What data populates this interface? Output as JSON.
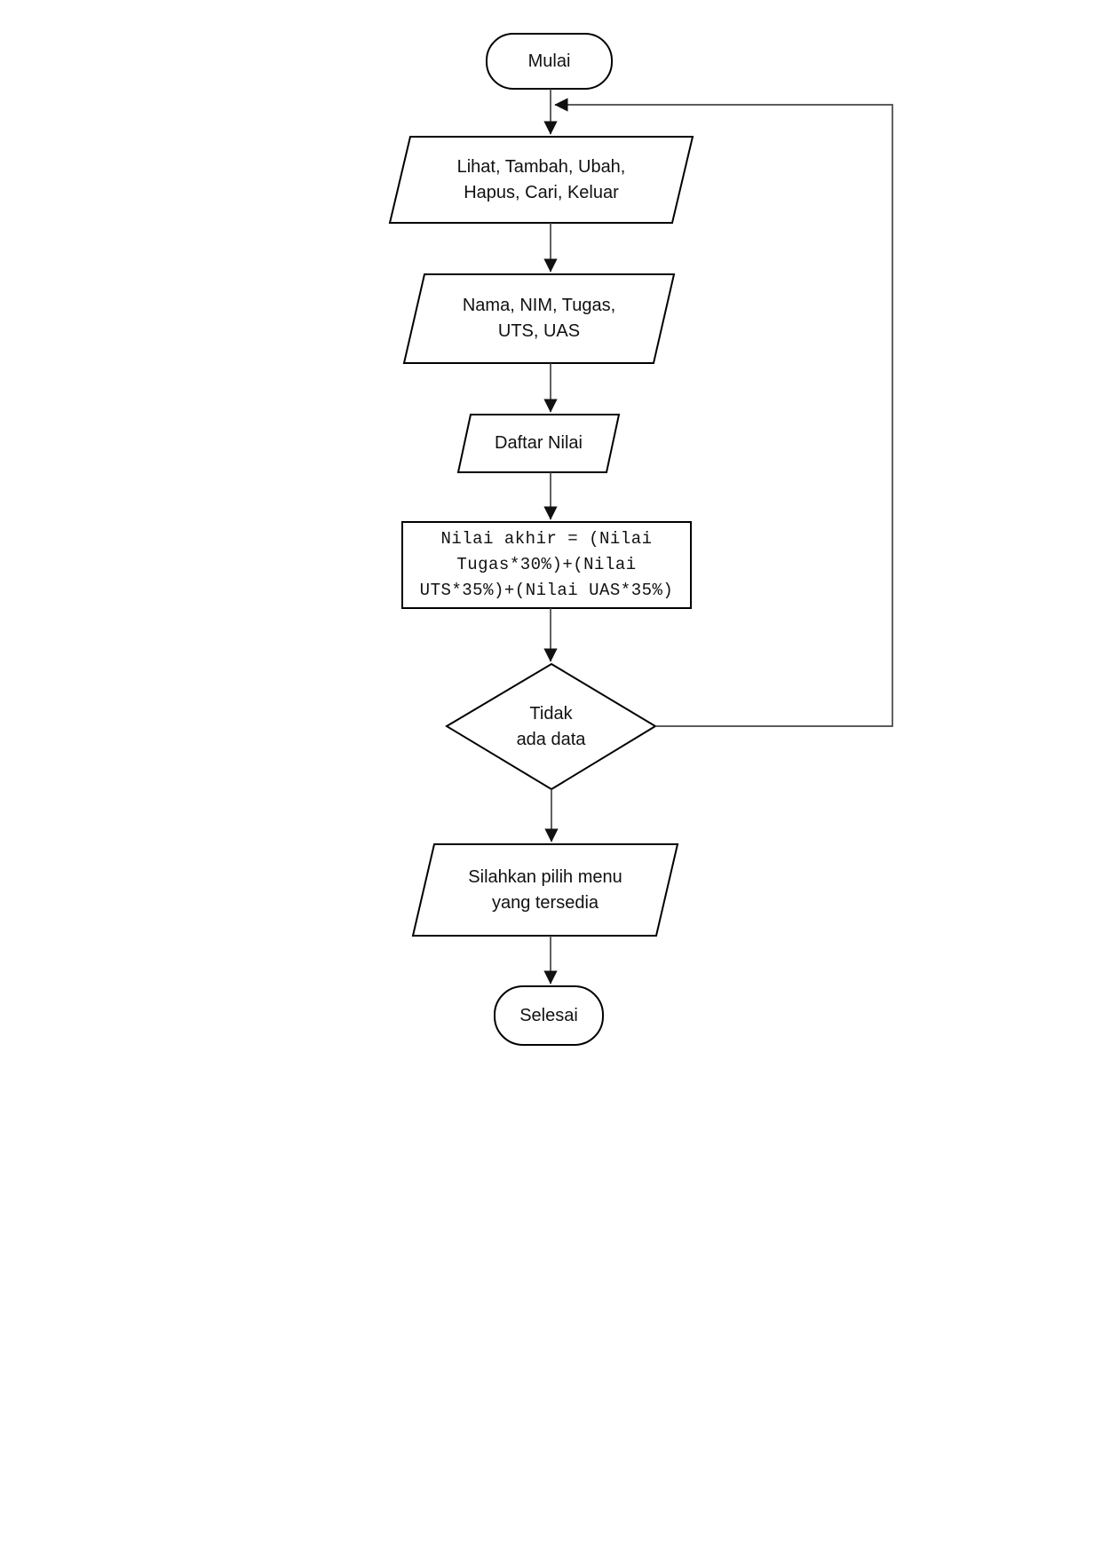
{
  "diagram": {
    "type": "flowchart",
    "direction": "top-to-bottom",
    "colors": {
      "background": "#ffffff",
      "shape_stroke": "#000000",
      "shape_fill": "#ffffff",
      "connector_stroke": "#454545",
      "arrowhead_fill": "#111111",
      "text": "#111111"
    },
    "nodes": {
      "start": {
        "shape": "terminator",
        "lines": [
          "Mulai"
        ]
      },
      "menu_options": {
        "shape": "parallelogram-io",
        "lines": [
          "Lihat, Tambah, Ubah,",
          "Hapus, Cari, Keluar"
        ]
      },
      "student_data": {
        "shape": "parallelogram-io",
        "lines": [
          "Nama, NIM, Tugas,",
          "UTS, UAS"
        ]
      },
      "daftar_nilai": {
        "shape": "parallelogram-io",
        "lines": [
          "Daftar Nilai"
        ]
      },
      "formula": {
        "shape": "process-rectangle",
        "lines": [
          "Nilai akhir = (Nilai",
          "Tugas*30%)+(Nilai",
          "UTS*35%)+(Nilai UAS*35%)"
        ]
      },
      "decision": {
        "shape": "diamond-decision",
        "lines": [
          "Tidak",
          "ada data"
        ]
      },
      "menu_prompt": {
        "shape": "parallelogram-io",
        "lines": [
          "Silahkan pilih menu",
          "yang tersedia"
        ]
      },
      "end": {
        "shape": "terminator",
        "lines": [
          "Selesai"
        ]
      }
    },
    "edges": [
      {
        "from": "start",
        "to": "menu_options"
      },
      {
        "from": "menu_options",
        "to": "student_data"
      },
      {
        "from": "student_data",
        "to": "daftar_nilai"
      },
      {
        "from": "daftar_nilai",
        "to": "formula"
      },
      {
        "from": "formula",
        "to": "decision"
      },
      {
        "from": "decision",
        "to": "menu_prompt"
      },
      {
        "from": "menu_prompt",
        "to": "end"
      },
      {
        "from": "decision",
        "to": "start-to-menu_options-connector",
        "route": "right-then-up-loop-back"
      }
    ]
  }
}
